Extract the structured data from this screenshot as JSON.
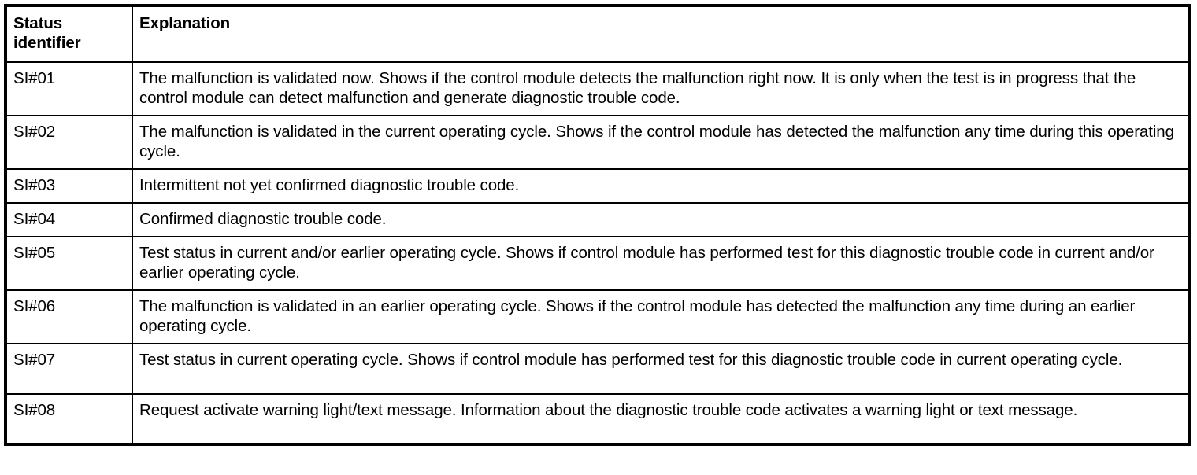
{
  "table": {
    "columns": [
      {
        "key": "status_identifier",
        "label": "Status identifier"
      },
      {
        "key": "explanation",
        "label": "Explanation"
      }
    ],
    "rows": [
      {
        "status_identifier": "SI#01",
        "explanation": "The malfunction is validated now. Shows if the control module detects the malfunction right now. It is only when the test is in progress that the control module can detect malfunction and generate diagnostic trouble code."
      },
      {
        "status_identifier": "SI#02",
        "explanation": "The malfunction is validated in the current operating cycle. Shows if the control module has detected the malfunction any time during this operating cycle."
      },
      {
        "status_identifier": "SI#03",
        "explanation": "Intermittent not yet confirmed diagnostic trouble code."
      },
      {
        "status_identifier": "SI#04",
        "explanation": "Confirmed diagnostic trouble code."
      },
      {
        "status_identifier": "SI#05",
        "explanation": "Test status in current and/or earlier operating cycle. Shows if control module has performed test for this diagnostic trouble code in current and/or earlier operating cycle."
      },
      {
        "status_identifier": "SI#06",
        "explanation": "The malfunction is validated in an earlier operating cycle. Shows if the control module has detected the malfunction any time during an earlier operating cycle."
      },
      {
        "status_identifier": "SI#07",
        "explanation": "Test status in current operating cycle. Shows if control module has performed test for this diagnostic trouble code in current operating cycle."
      },
      {
        "status_identifier": "SI#08",
        "explanation": "Request activate warning light/text message. Information about the diagnostic trouble code activates a warning light or text message."
      }
    ]
  },
  "colors": {
    "border": "#000000",
    "text": "#000000",
    "background": "#ffffff"
  }
}
